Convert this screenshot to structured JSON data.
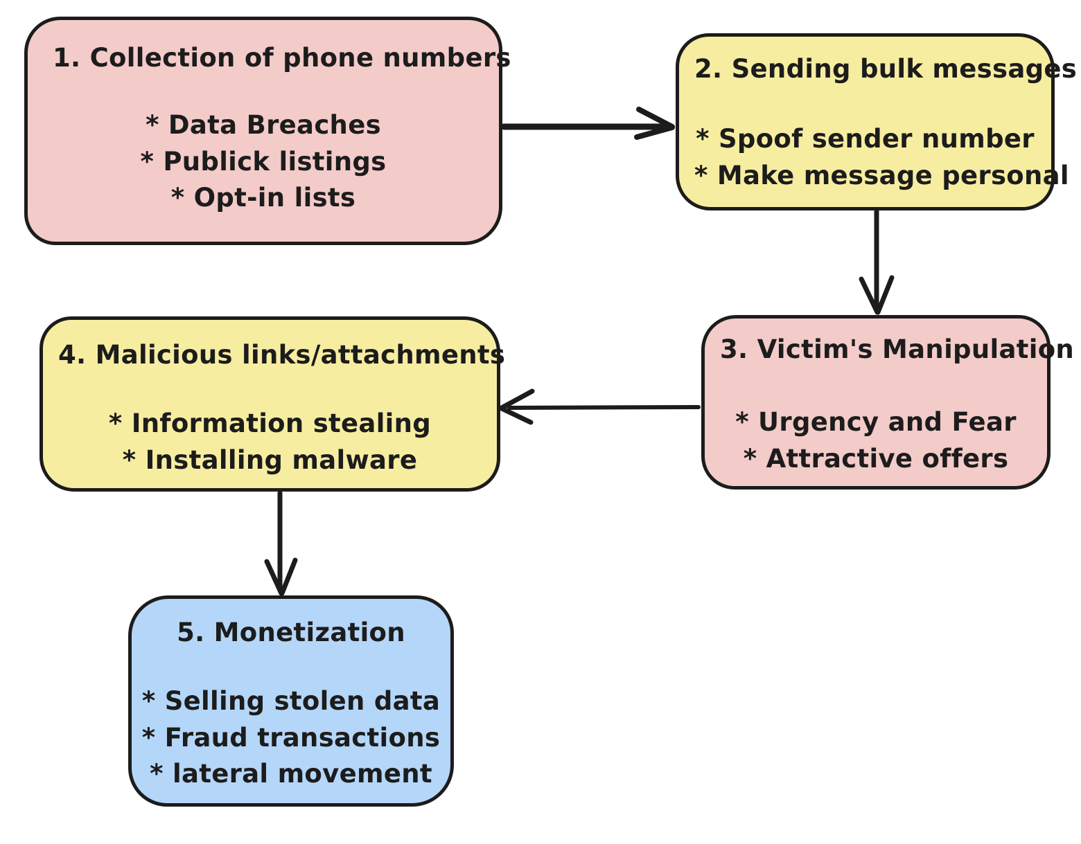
{
  "canvas": {
    "background": "#ffffff",
    "stroke_color": "#1c1c1c",
    "text_color": "#1c1c1c"
  },
  "colors": {
    "pink": "#f3cbc9",
    "yellow": "#f7eda1",
    "blue": "#b4d6f8"
  },
  "nodes": [
    {
      "id": "1",
      "title": "1. Collection of phone numbers",
      "items": [
        "* Data Breaches",
        "* Publick listings",
        "* Opt-in lists"
      ],
      "fill": "#f3cbc9"
    },
    {
      "id": "2",
      "title": "2. Sending bulk messages",
      "items": [
        "* Spoof sender number",
        "* Make message personal"
      ],
      "fill": "#f7eda1"
    },
    {
      "id": "3",
      "title": "3. Victim's Manipulation",
      "items": [
        "* Urgency and Fear",
        "* Attractive offers"
      ],
      "fill": "#f3cbc9"
    },
    {
      "id": "4",
      "title": "4. Malicious links/attachments",
      "items": [
        "* Information stealing",
        "* Installing malware"
      ],
      "fill": "#f7eda1"
    },
    {
      "id": "5",
      "title": "5. Monetization",
      "items": [
        "* Selling stolen data",
        "* Fraud transactions",
        "* lateral movement"
      ],
      "fill": "#b4d6f8"
    }
  ],
  "edges": [
    {
      "from": "1",
      "to": "2"
    },
    {
      "from": "2",
      "to": "3"
    },
    {
      "from": "3",
      "to": "4"
    },
    {
      "from": "4",
      "to": "5"
    }
  ]
}
